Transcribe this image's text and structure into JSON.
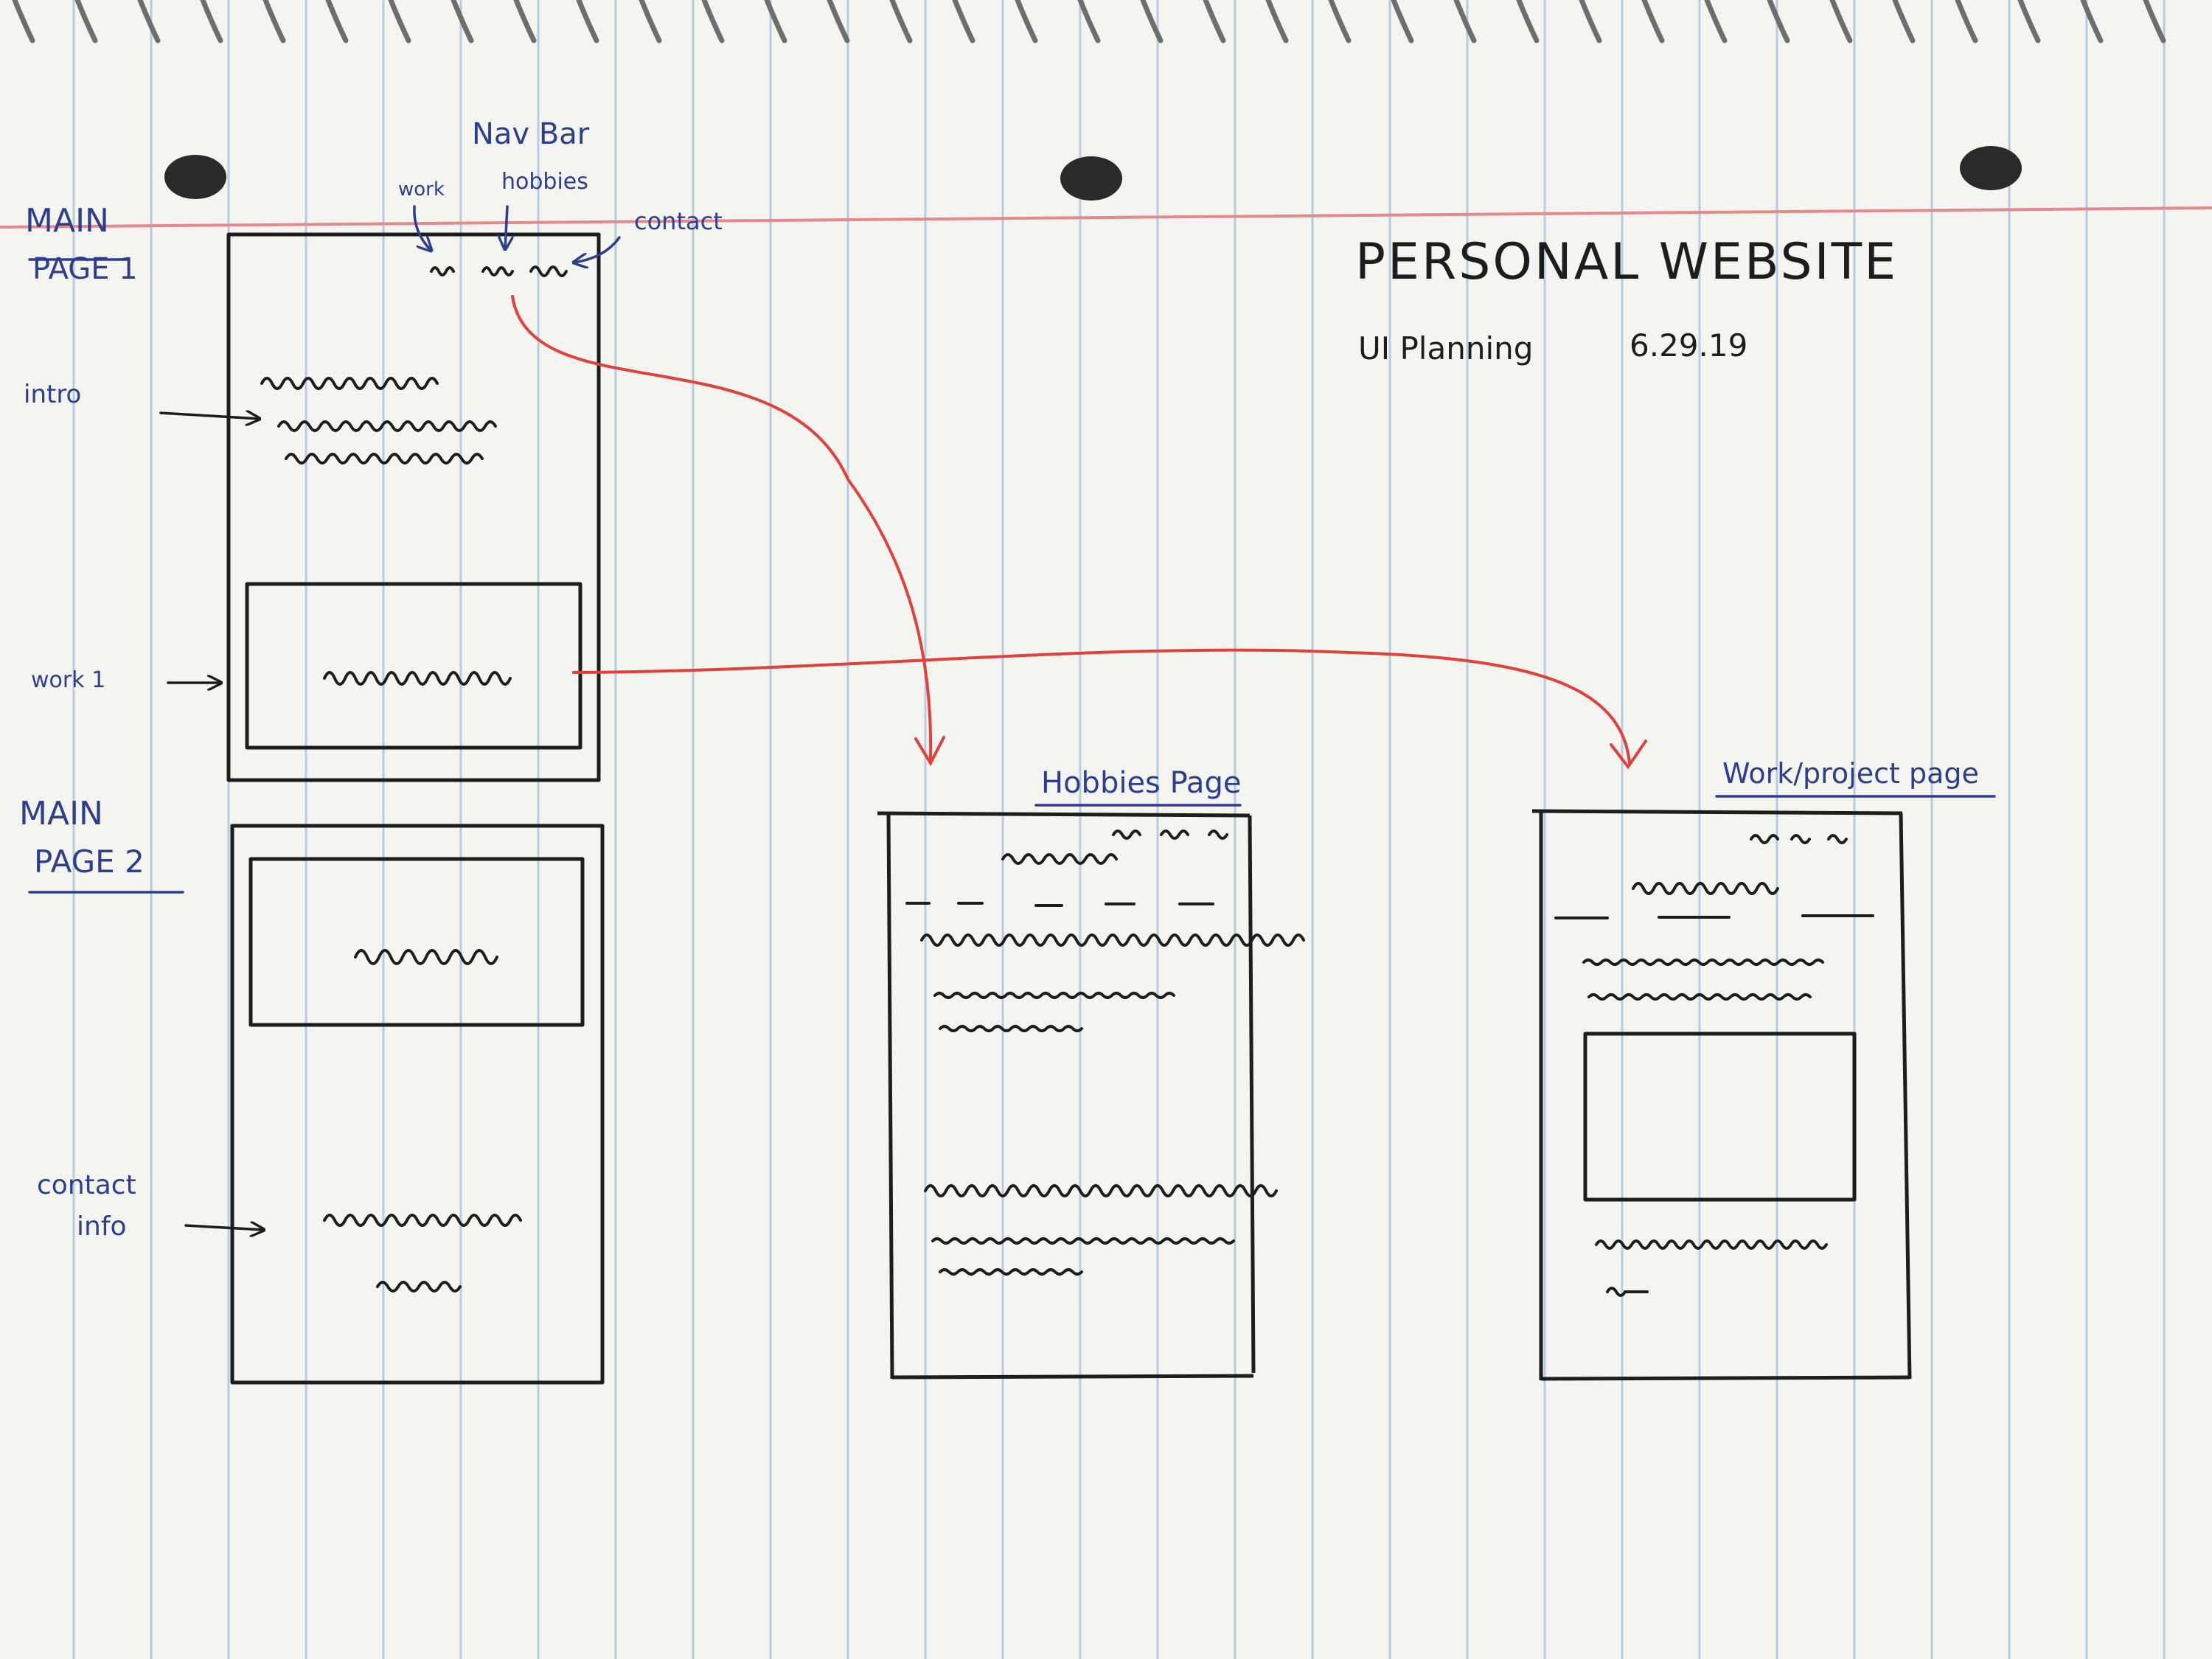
{
  "sheet": {
    "title": "PERSONAL WEBSITE",
    "subtitle": "UI Planning",
    "date": "6.29.19"
  },
  "annotations": {
    "nav_bar": "Nav Bar",
    "nav_work": "work",
    "nav_hobbies": "hobbies",
    "nav_contact": "contact",
    "intro": "intro",
    "work1": "work 1",
    "contact_info_line1": "contact",
    "contact_info_line2": "info"
  },
  "wireframes": {
    "main_page_1": {
      "label_line1": "MAIN",
      "label_line2": "PAGE 1"
    },
    "main_page_2": {
      "label_line1": "MAIN",
      "label_line2": "PAGE 2"
    },
    "hobbies_page": {
      "label": "Hobbies Page"
    },
    "work_page": {
      "label": "Work/project page"
    }
  },
  "colors": {
    "paper": "#f4f4f1",
    "rule_line": "#b9cbe0",
    "margin_line": "#e58a8a",
    "pencil": "#1d1d1d",
    "blue_ink": "#2b3f8e",
    "red_ink": "#e0413a"
  }
}
